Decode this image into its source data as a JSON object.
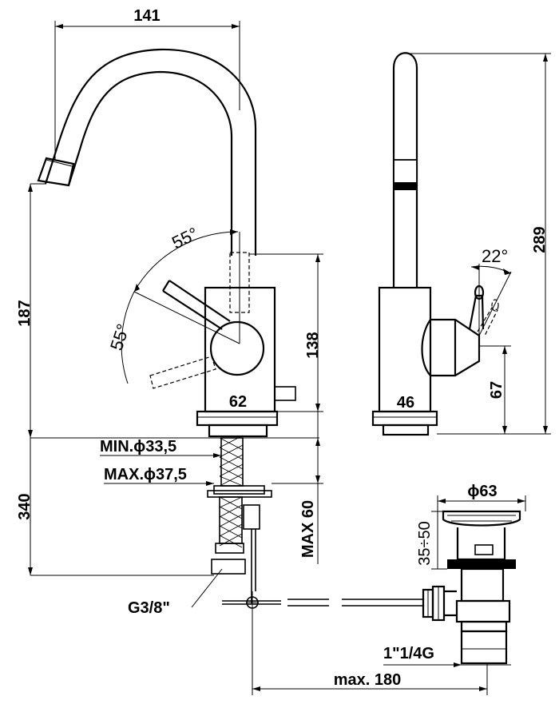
{
  "labels": {
    "width_141": "141",
    "angle_top": "55°",
    "angle_side": "55°",
    "height_187": "187",
    "height_138": "138",
    "base_62": "62",
    "min_hole": "MIN.ϕ33,5",
    "max_hole": "MAX.ϕ37,5",
    "height_340": "340",
    "max_60": "MAX 60",
    "thread_g38": "G3/8\"",
    "angle_22": "22°",
    "height_289": "289",
    "base_46": "46",
    "height_67": "67",
    "waste_dia": "ϕ63",
    "waste_range": "35÷50",
    "waste_thread": "1\"1/4G",
    "max_180": "max. 180"
  }
}
